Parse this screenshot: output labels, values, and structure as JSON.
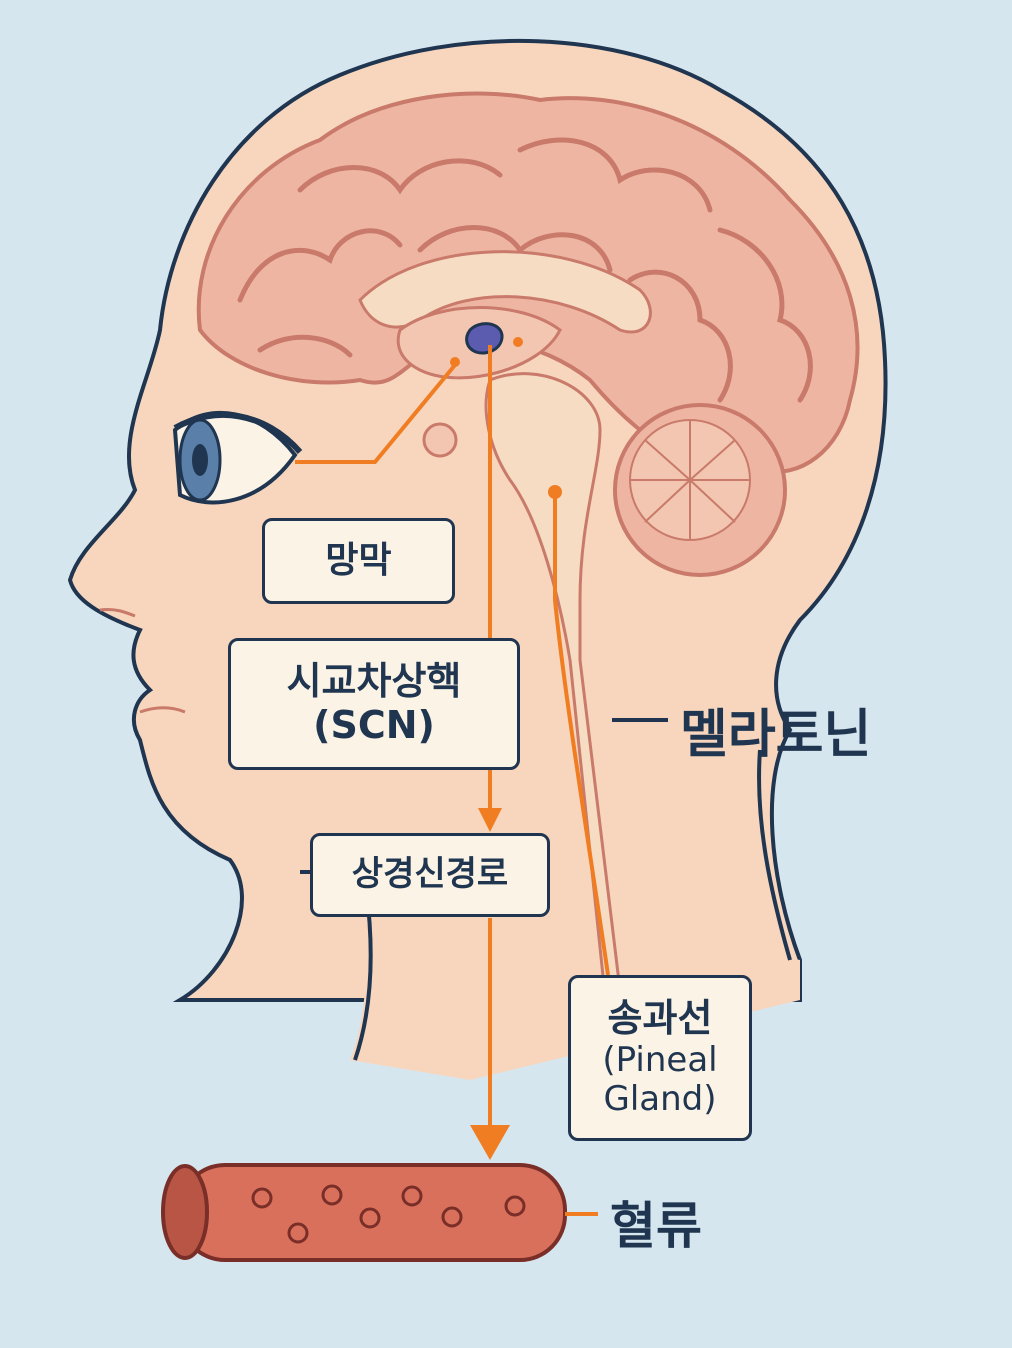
{
  "labels": {
    "retina": "망막",
    "scn_ko": "시교차상핵",
    "scn_en": "(SCN)",
    "ganglion": "상경신경로",
    "pineal_ko": "송과선",
    "pineal_en_1": "(Pineal",
    "pineal_en_2": "Gland)",
    "melatonin": "멜라토닌",
    "bloodstream": "혈류"
  },
  "colors": {
    "background": "#d6e6ef",
    "skin": "#f7d6bd",
    "outline": "#1f3550",
    "brain": "#eeb6a2",
    "brain_line": "#c97a6a",
    "pathway": "#f07d22",
    "vessel": "#d9705c",
    "label_fill": "#fbf3e6"
  }
}
